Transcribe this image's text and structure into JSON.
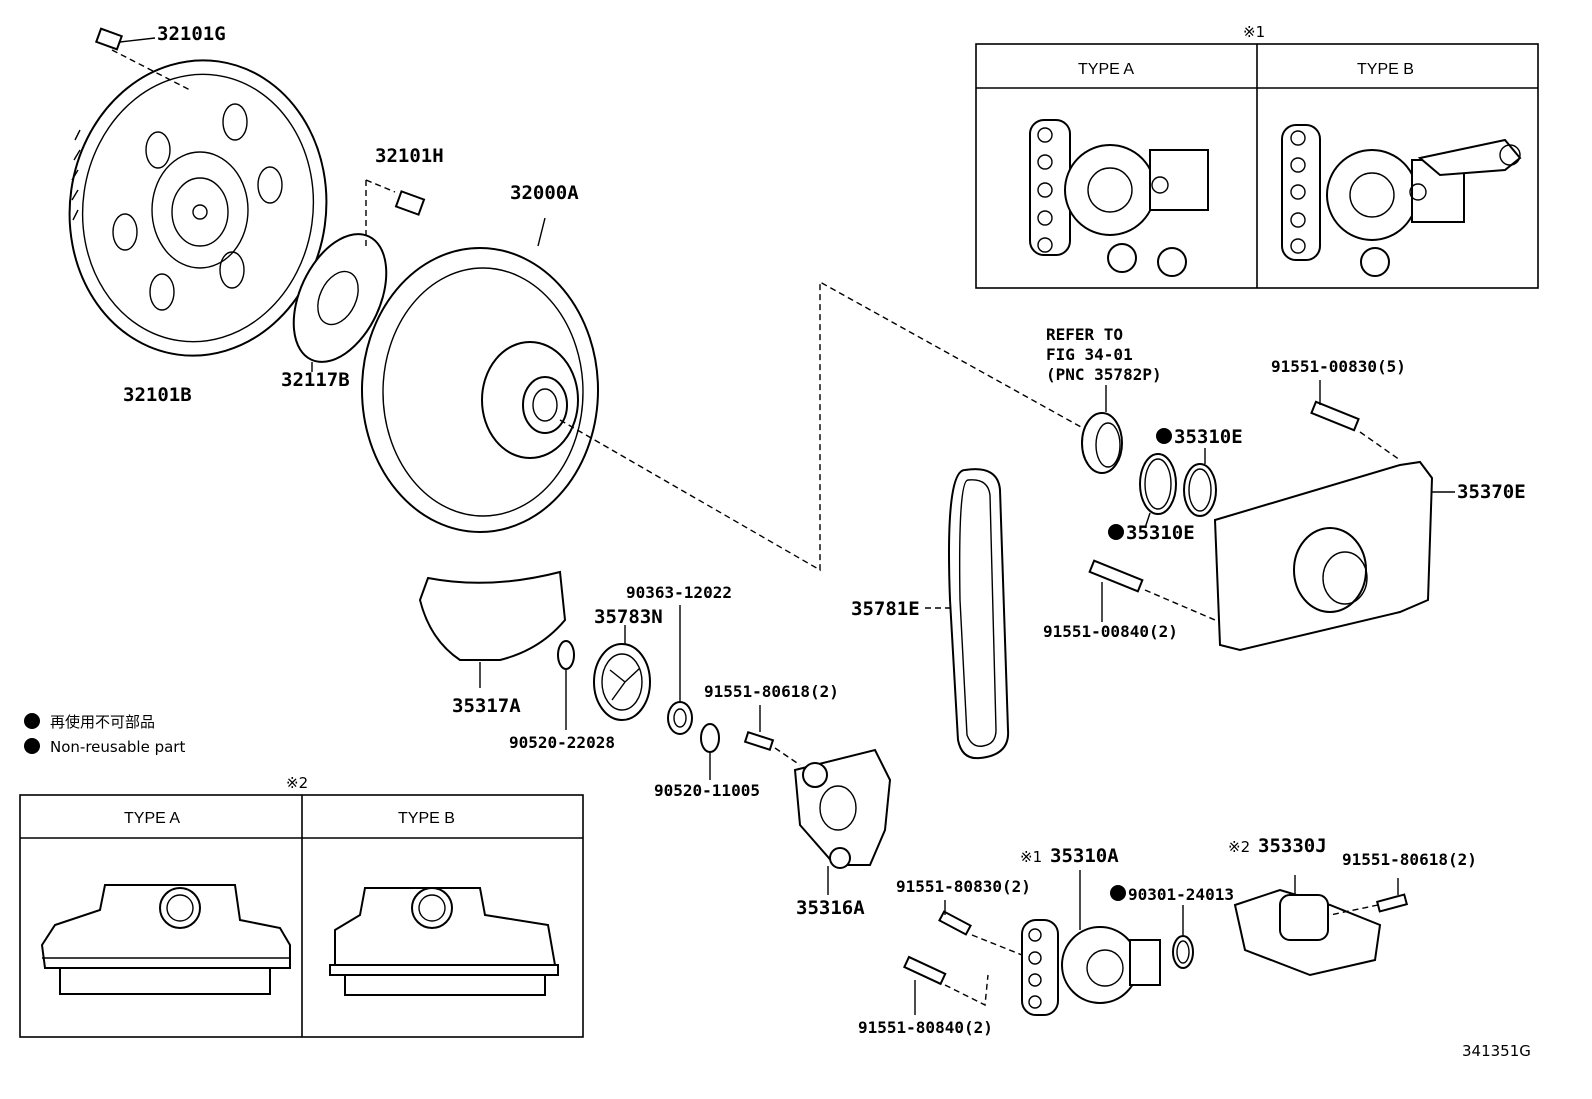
{
  "diagram_id": "341351G",
  "callouts": {
    "p32101G": "32101G",
    "p32101H": "32101H",
    "p32000A": "32000A",
    "p32101B": "32101B",
    "p32117B": "32117B",
    "refer_line1": "REFER TO",
    "refer_line2": "FIG 34-01",
    "refer_line3": "(PNC 35782P)",
    "p91551_00830_5": "91551-00830(5)",
    "p35310E_a": "35310E",
    "p35310E_b": "35310E",
    "p35370E": "35370E",
    "p35781E": "35781E",
    "p91551_00840_2": "91551-00840(2)",
    "p90363_12022": "90363-12022",
    "p35783N": "35783N",
    "p35317A": "35317A",
    "p90520_22028": "90520-22028",
    "p91551_80618_2_a": "91551-80618(2)",
    "p90520_11005": "90520-11005",
    "p35316A": "35316A",
    "p35310A": "35310A",
    "p35310A_mark": "※1",
    "p91551_80830_2": "91551-80830(2)",
    "p90301_24013": "90301-24013",
    "p35330J": "35330J",
    "p35330J_mark": "※2",
    "p91551_80618_2_b": "91551-80618(2)",
    "p91551_80840_2": "91551-80840(2)"
  },
  "legend": {
    "jp": "再使用不可部品",
    "en": "Non-reusable part"
  },
  "table1": {
    "mark": "※1",
    "type_a": "TYPE A",
    "type_b": "TYPE B"
  },
  "table2": {
    "mark": "※2",
    "type_a": "TYPE A",
    "type_b": "TYPE B"
  }
}
